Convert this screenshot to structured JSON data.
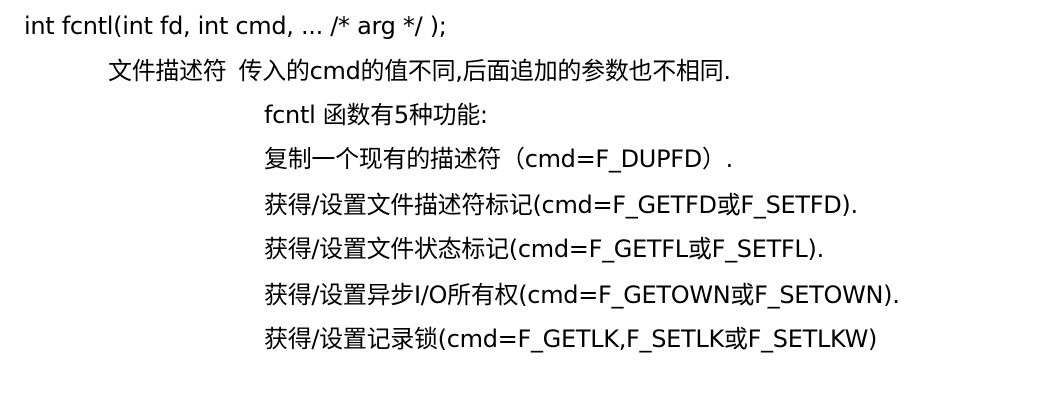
{
  "signature": "int fcntl(int fd, int cmd, ... /* arg */ );",
  "fd_note": "文件描述符",
  "cmd_note": "传入的cmd的值不同,后面追加的参数也不相同.",
  "functions_intro": "fcntl 函数有5种功能:",
  "functions": [
    "复制一个现有的描述符（cmd=F_DUPFD）.",
    "获得/设置文件描述符标记(cmd=F_GETFD或F_SETFD).",
    "获得/设置文件状态标记(cmd=F_GETFL或F_SETFL).",
    "获得/设置异步I/O所有权(cmd=F_GETOWN或F_SETOWN).",
    "获得/设置记录锁(cmd=F_GETLK,F_SETLK或F_SETLKW)"
  ]
}
